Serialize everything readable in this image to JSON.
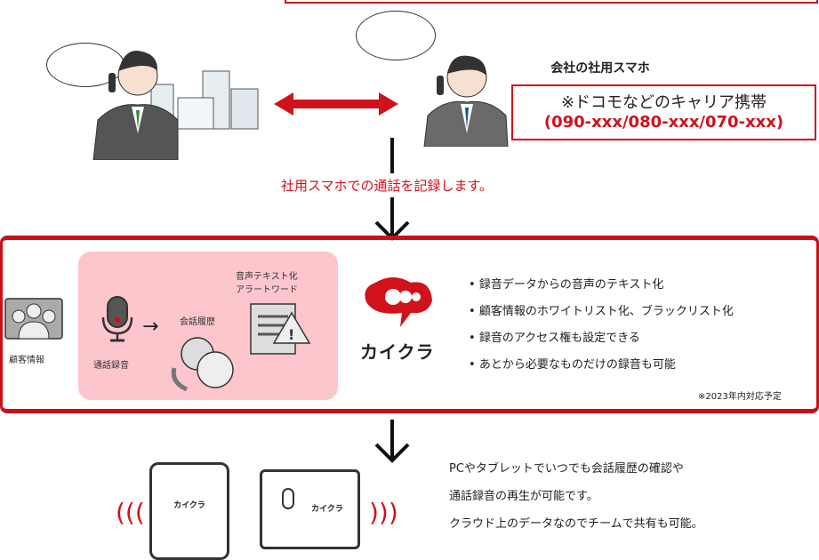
{
  "top": {
    "company_phone_label": "会社の社用スマホ",
    "carrier_note": "※ドコモなどのキャリア携帯",
    "number_prefixes": "(090-xxx/080-xxx/070-xxx)",
    "record_caption": "社用スマホでの通話を記録します。"
  },
  "middle": {
    "customer_info": "顧客情報",
    "call_recording": "通話録音",
    "conversation_history": "会話履歴",
    "text_alert_line1": "音声テキスト化",
    "text_alert_line2": "アラートワード",
    "logo_text": "カイクラ",
    "bullets": [
      "録音データからの音声のテキスト化",
      "顧客情報のホワイトリスト化、ブラックリスト化",
      "録音のアクセス権も設定できる",
      "あとから必要なものだけの録音も可能"
    ],
    "footnote": "※2023年内対応予定"
  },
  "bottom": {
    "lines": [
      "PCやタブレットでいつでも会話履歴の確認や",
      "通話録音の再生が可能です。",
      "クラウド上のデータなのでチームで共有も可能。"
    ],
    "device_logo_text": "カイクラ"
  },
  "colors": {
    "accent": "#c8101a",
    "pink": "#fcc6cc"
  }
}
